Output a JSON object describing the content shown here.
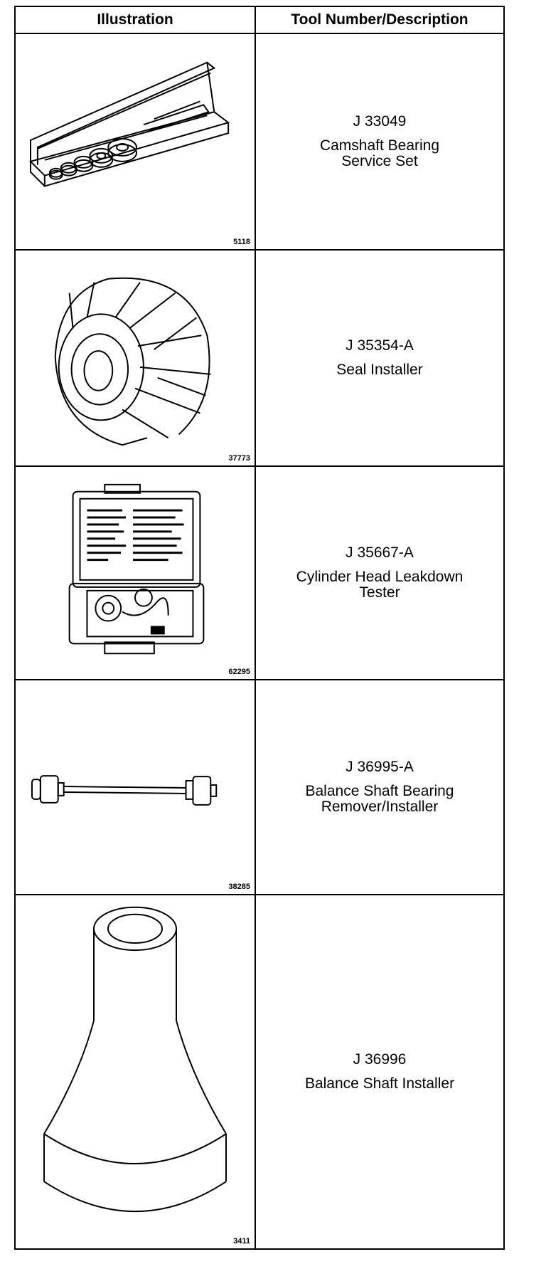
{
  "header": {
    "illustration": "Illustration",
    "tool": "Tool Number/Description"
  },
  "rows": [
    {
      "fig": "5118",
      "number": "J 33049",
      "description": "Camshaft Bearing\nService Set"
    },
    {
      "fig": "37773",
      "number": "J 35354-A",
      "description": "Seal Installer"
    },
    {
      "fig": "62295",
      "number": "J 35667-A",
      "description": "Cylinder Head Leakdown\nTester"
    },
    {
      "fig": "38285",
      "number": "J 36995-A",
      "description": "Balance Shaft Bearing\nRemover/Installer"
    },
    {
      "fig": "3411",
      "number": "J 36996",
      "description": "Balance Shaft Installer"
    }
  ]
}
